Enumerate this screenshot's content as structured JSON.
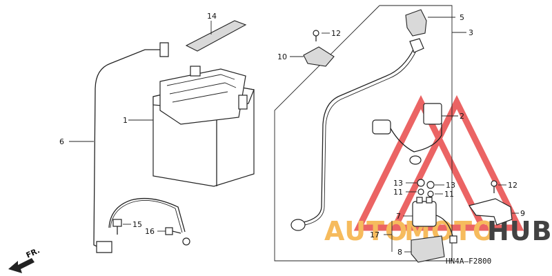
{
  "callouts": {
    "c1": "1",
    "c2": "2",
    "c3": "3",
    "c5": "5",
    "c6": "6",
    "c7": "7",
    "c8": "8",
    "c9": "9",
    "c10": "10",
    "c11a": "11",
    "c11b": "11",
    "c12a": "12",
    "c12b": "12",
    "c13a": "13",
    "c13b": "13",
    "c14": "14",
    "c15": "15",
    "c16": "16",
    "c17": "17"
  },
  "front_indicator": "FR.",
  "diagram_code": "HN4A–F2800",
  "watermark": {
    "auto": "AUTO",
    "moto": "MOTO",
    "hub": "HUB",
    "colors": {
      "red": "#e84a4a",
      "orange": "#f5b041",
      "black": "#222222"
    }
  }
}
